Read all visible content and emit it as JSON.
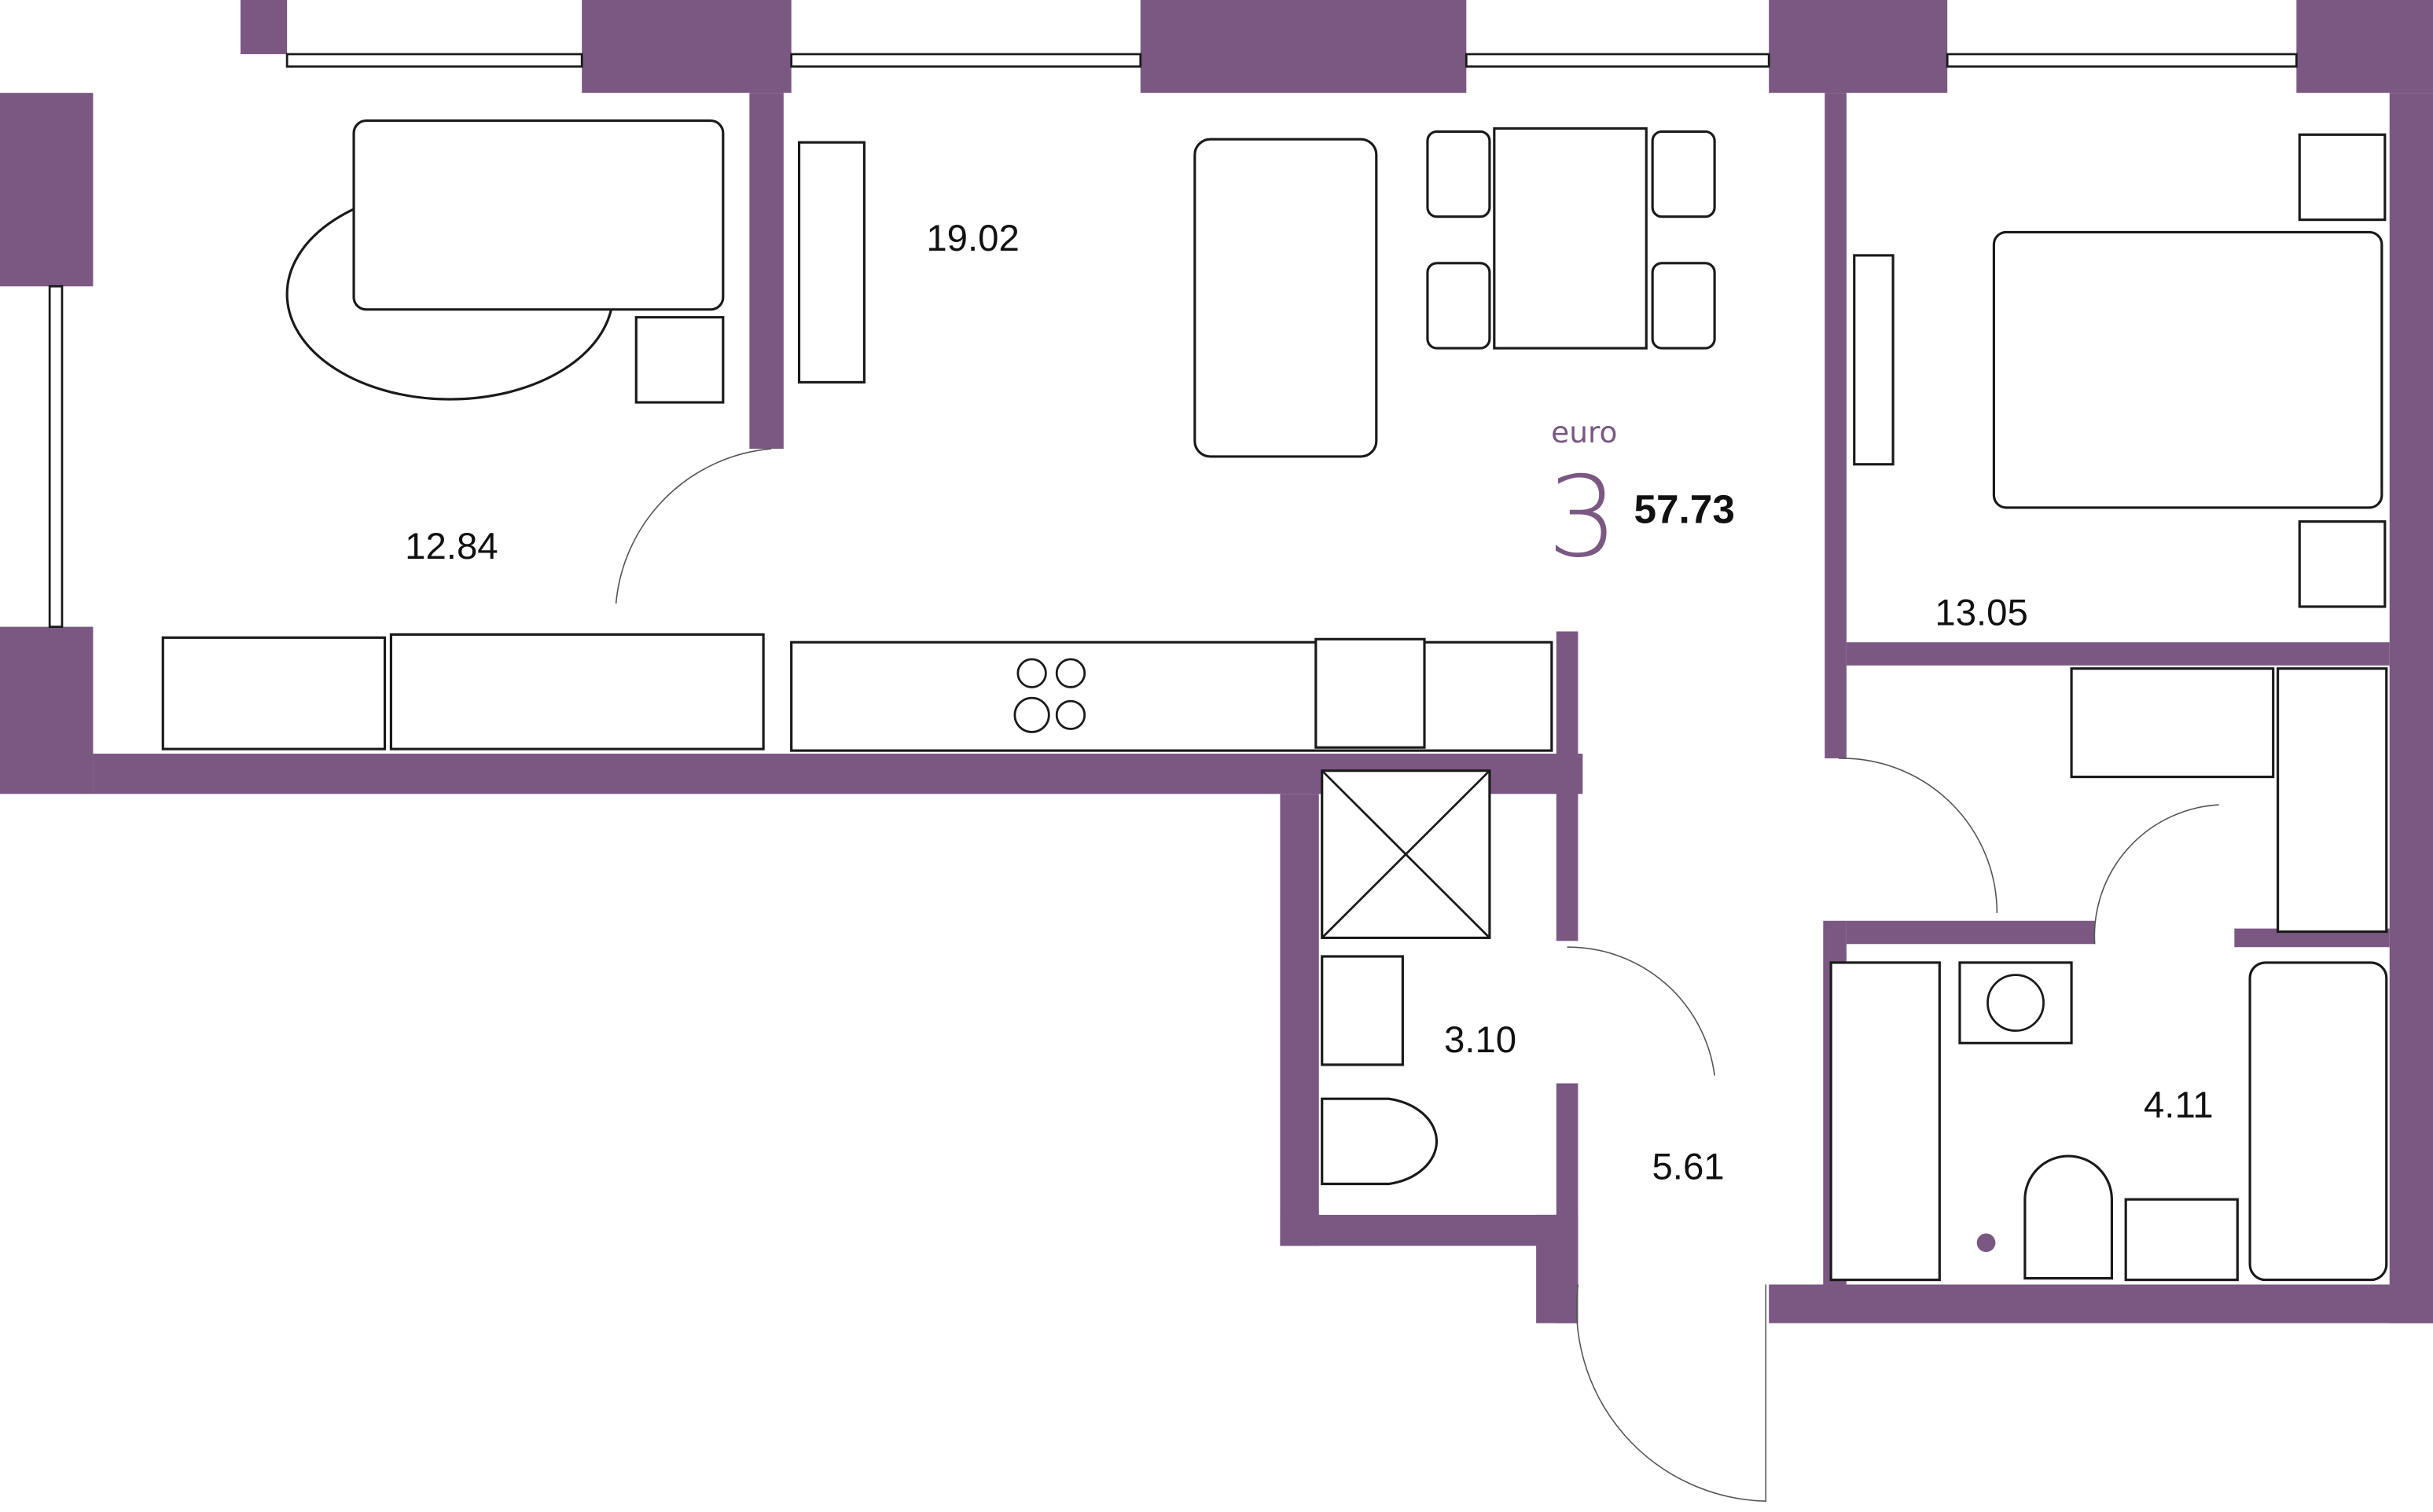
{
  "plan": {
    "type_label": "euro",
    "rooms_count": "3",
    "total_area": "57.73",
    "wall_color": "#7a5882",
    "rooms": [
      {
        "name": "bedroom-left",
        "area": "12.84"
      },
      {
        "name": "living-kitchen",
        "area": "19.02"
      },
      {
        "name": "bedroom-right",
        "area": "13.05"
      },
      {
        "name": "wc",
        "area": "3.10"
      },
      {
        "name": "hallway",
        "area": "5.61"
      },
      {
        "name": "bathroom",
        "area": "4.11"
      }
    ]
  }
}
